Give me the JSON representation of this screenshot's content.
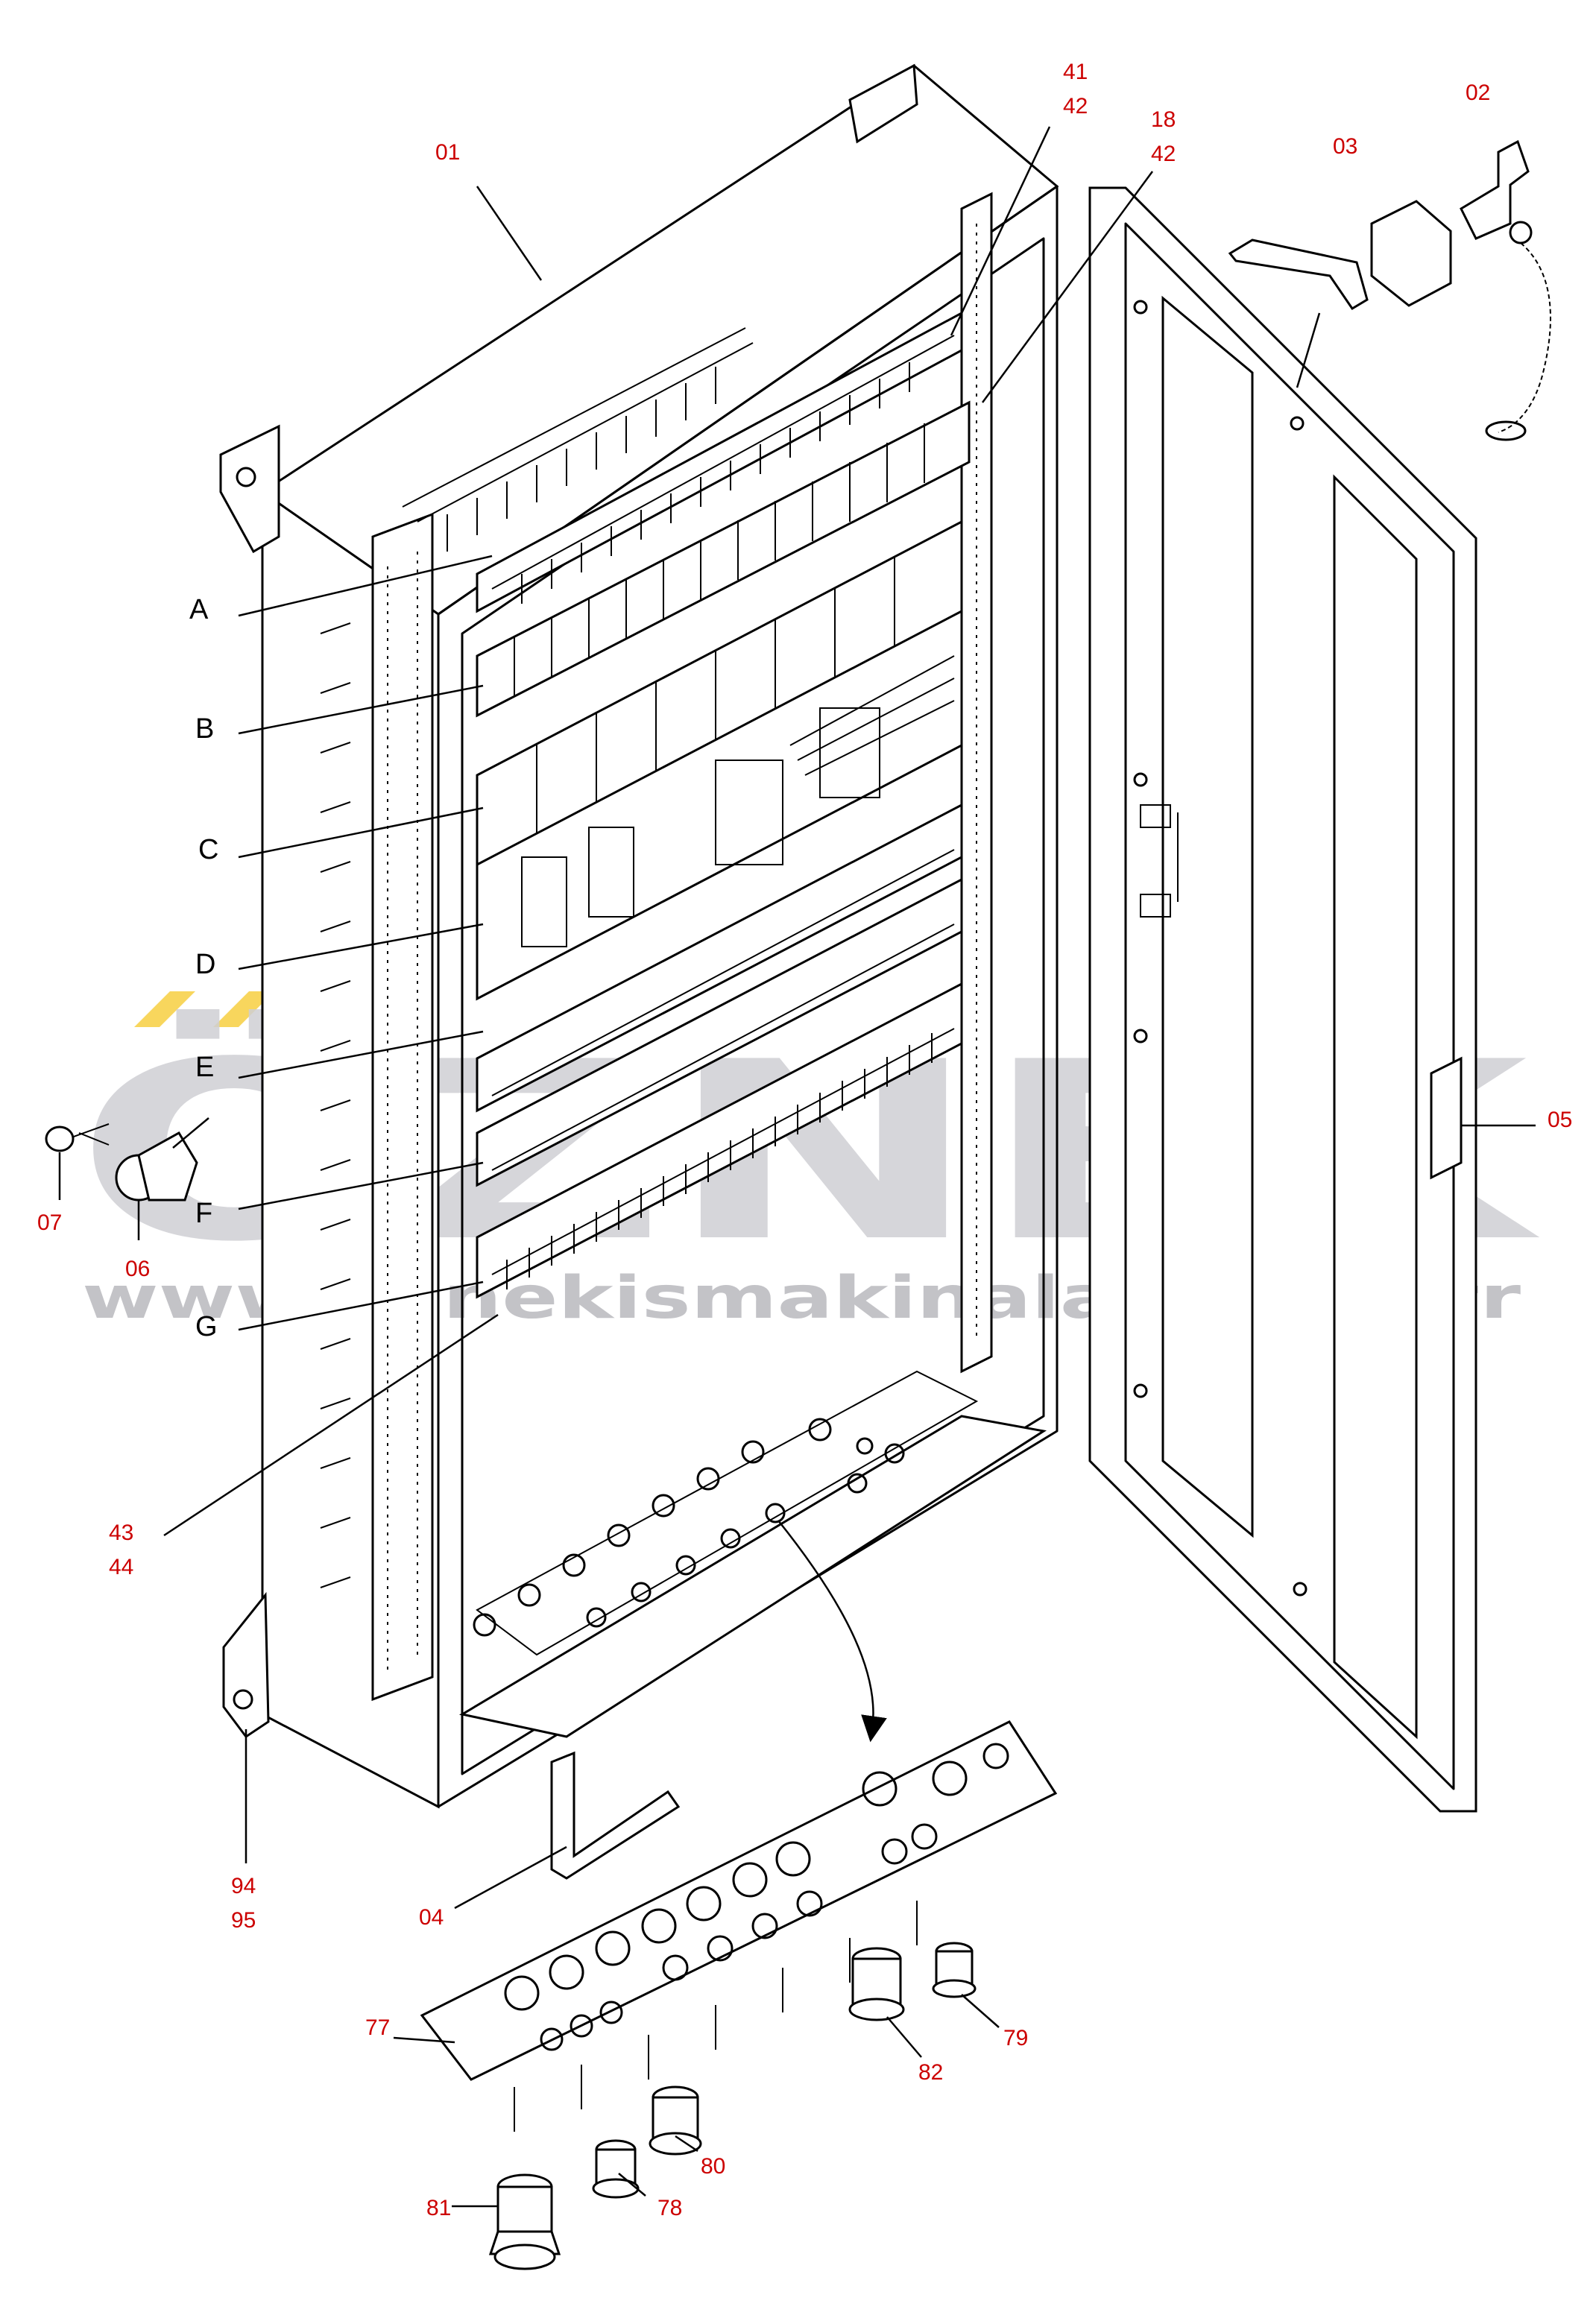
{
  "watermark": {
    "brand": "ÖZNEK",
    "url": "www.oznekismakinalari.com.tr",
    "accent": "#f5c518"
  },
  "callouts": {
    "c01": "01",
    "c02": "02",
    "c03": "03",
    "c04": "04",
    "c05": "05",
    "c06": "06",
    "c07": "07",
    "c18": "18",
    "c41": "41",
    "c42a": "42",
    "c42b": "42",
    "c43": "43",
    "c44": "44",
    "c77": "77",
    "c78": "78",
    "c79": "79",
    "c80": "80",
    "c81": "81",
    "c82": "82",
    "c94": "94",
    "c95": "95"
  },
  "sections": {
    "a": "A",
    "b": "B",
    "c": "C",
    "d": "D",
    "e": "E",
    "f": "F",
    "g": "G"
  },
  "colors": {
    "callout": "#cc0000",
    "letter": "#000000",
    "line": "#000000"
  }
}
